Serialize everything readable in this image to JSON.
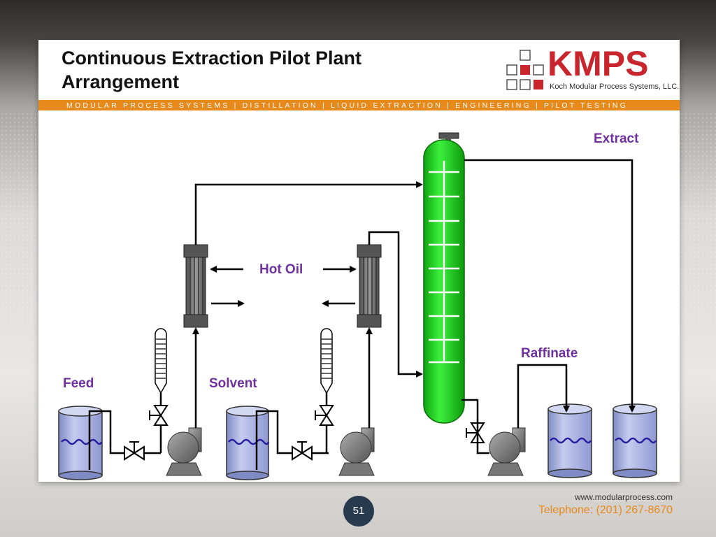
{
  "title": "Continuous Extraction Pilot Plant Arrangement",
  "logo": {
    "word": "KMPS",
    "sub": "Koch Modular Process Systems, LLC."
  },
  "band": "MODULAR PROCESS SYSTEMS | DISTILLATION | LIQUID EXTRACTION | ENGINEERING | PILOT TESTING",
  "labels": {
    "feed": "Feed",
    "solvent": "Solvent",
    "hot_oil": "Hot Oil",
    "raffinate": "Raffinate",
    "extract": "Extract"
  },
  "footer": {
    "page": "51",
    "website": "www.modularprocess.com",
    "telephone": "Telephone: (201) 267-8670"
  },
  "colors": {
    "accent": "#e8891c",
    "brand_red": "#c8262c",
    "label": "#7030a0",
    "column": "#1ed31e",
    "tank": "#aab4e2"
  }
}
